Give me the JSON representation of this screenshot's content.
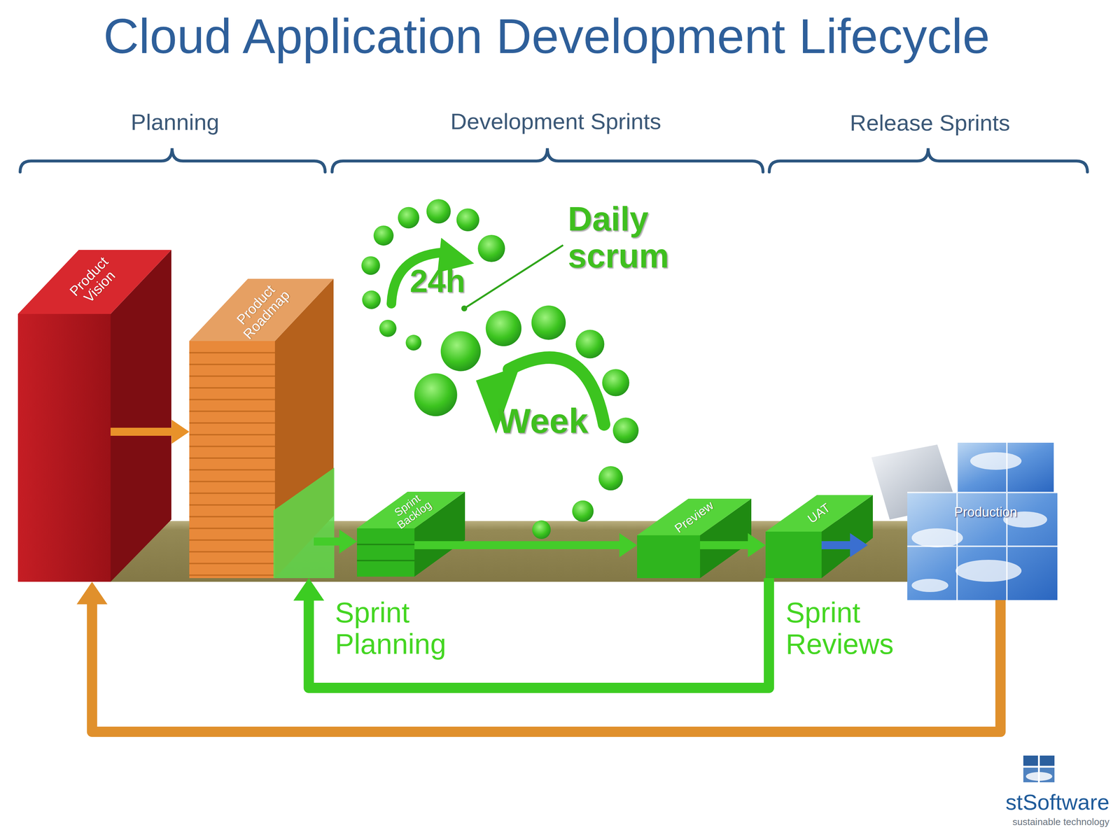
{
  "diagram": {
    "title": "Cloud Application Development Lifecycle",
    "nodes": [
      {
        "text": [
          "Product Vision"
        ]
      },
      {
        "text": [
          "Product Roadmap"
        ]
      },
      {
        "text": [
          "Sprint Backlog"
        ]
      },
      {
        "text": [
          "Preview"
        ]
      },
      {
        "text": [
          "UAT"
        ]
      },
      {
        "text": [
          "Production"
        ]
      }
    ],
    "edges": [
      {
        "from": 0,
        "to": 1,
        "arrow": "to"
      },
      {
        "from": 1,
        "to": 2,
        "arrow": "to"
      },
      {
        "from": 2,
        "to": 3,
        "arrow": "to"
      },
      {
        "from": 3,
        "to": 4,
        "arrow": "to"
      },
      {
        "from": 4,
        "to": 5,
        "arrow": "to"
      },
      {
        "from": 4,
        "to": 1,
        "arrow": "to"
      },
      {
        "from": 5,
        "to": 0,
        "arrow": "to"
      }
    ],
    "labels": [
      "Planning",
      "Development Sprints",
      "Release Sprints",
      "Daily scrum",
      "24h",
      "Week",
      "Sprint Planning",
      "Sprint Reviews",
      "stSoftware",
      "sustainable technology"
    ]
  }
}
